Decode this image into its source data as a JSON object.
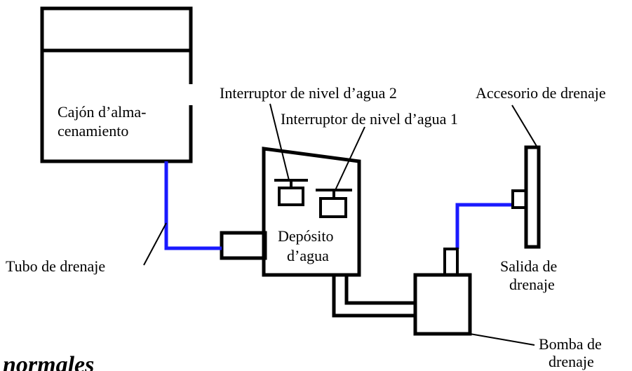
{
  "labels": {
    "storage_drawer_line1": "Cajón d’alma-",
    "storage_drawer_line2": "cenamiento",
    "water_level_switch_2": "Interruptor de nivel d’agua 2",
    "water_level_switch_1": "Interruptor de nivel d’agua 1",
    "drain_fitting": "Accesorio de drenaje",
    "water_tank_line1": "Depósito",
    "water_tank_line2": "d’agua",
    "drain_hose": "Tubo de drenaje",
    "drain_outlet_line1": "Salida de",
    "drain_outlet_line2": "drenaje",
    "drain_pump_line1": "Bomba de",
    "drain_pump_line2": "drenaje",
    "section_heading_fragment": "normales"
  },
  "colors": {
    "outline": "#000000",
    "drain_line": "#1a1aff",
    "background": "#ffffff"
  }
}
